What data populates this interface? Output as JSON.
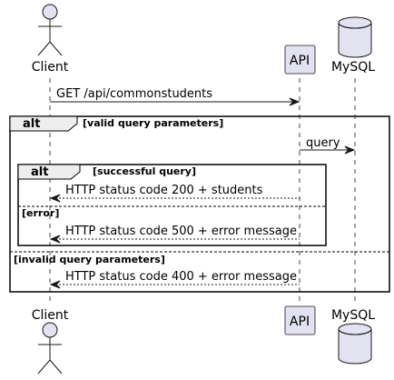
{
  "participants": {
    "client": "Client",
    "api": "API",
    "mysql": "MySQL"
  },
  "messages": {
    "m1": "GET /api/commonstudents",
    "m2": "query",
    "m3": "HTTP status code 200 + students",
    "m4": "HTTP status code 500 + error message",
    "m5": "HTTP status code 400 + error message"
  },
  "fragments": {
    "outer_kind": "alt",
    "outer_guard": "[valid query parameters]",
    "inner_kind": "alt",
    "inner_guard": "[successful query]",
    "inner_else": "[error]",
    "outer_else": "[invalid query parameters]"
  },
  "colors": {
    "participant_fill": "#E2E2F0",
    "participant_stroke": "#181818",
    "fragment_header_fill": "#EEEEEE"
  }
}
